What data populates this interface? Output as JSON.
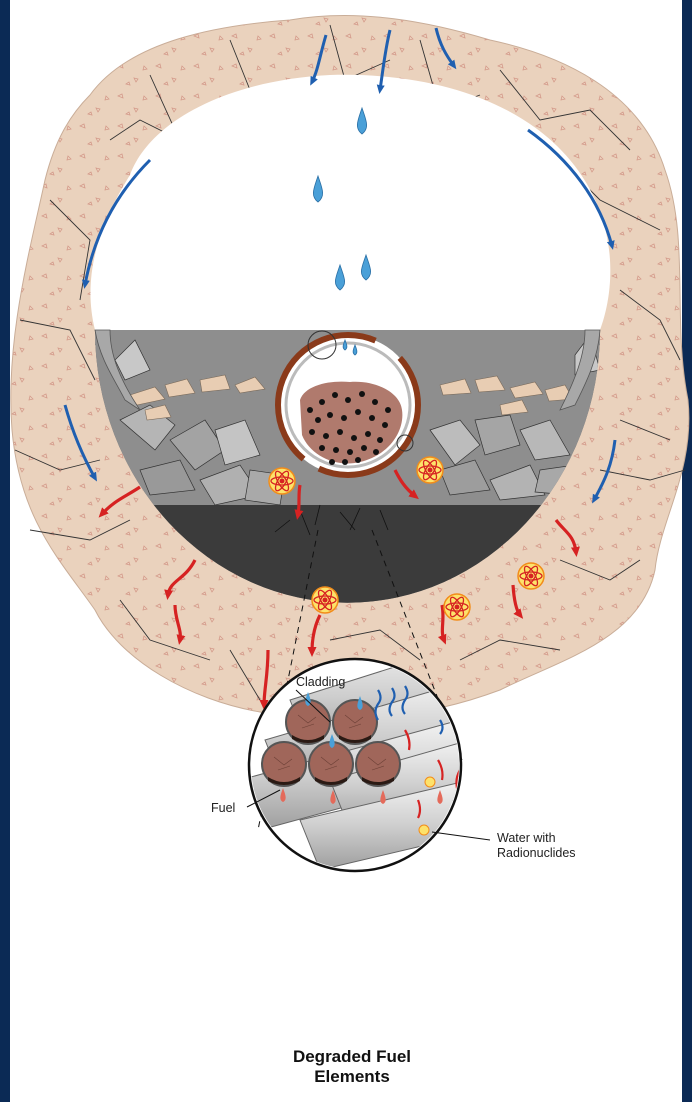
{
  "labels": {
    "cladding": "Cladding",
    "fuel": "Fuel",
    "water_line1": "Water with",
    "water_line2": "Radionuclides"
  },
  "caption": {
    "line1": "Degraded Fuel",
    "line2": "Elements"
  },
  "colors": {
    "background": "#0b2a55",
    "rock": "#ead2bd",
    "concrete": "#3b3b3b",
    "rubble": "#9a9a9a",
    "water_arrow": "#1f5fb0",
    "release_arrow": "#d62222",
    "drip": "#4aa0d8",
    "container": "#8a3a1a",
    "fuel_pellet": "#a0665a",
    "radiation_symbol": "#f28c1a"
  },
  "icons": [
    "water-drop-icon",
    "flow-arrow-icon",
    "radiation-icon"
  ]
}
